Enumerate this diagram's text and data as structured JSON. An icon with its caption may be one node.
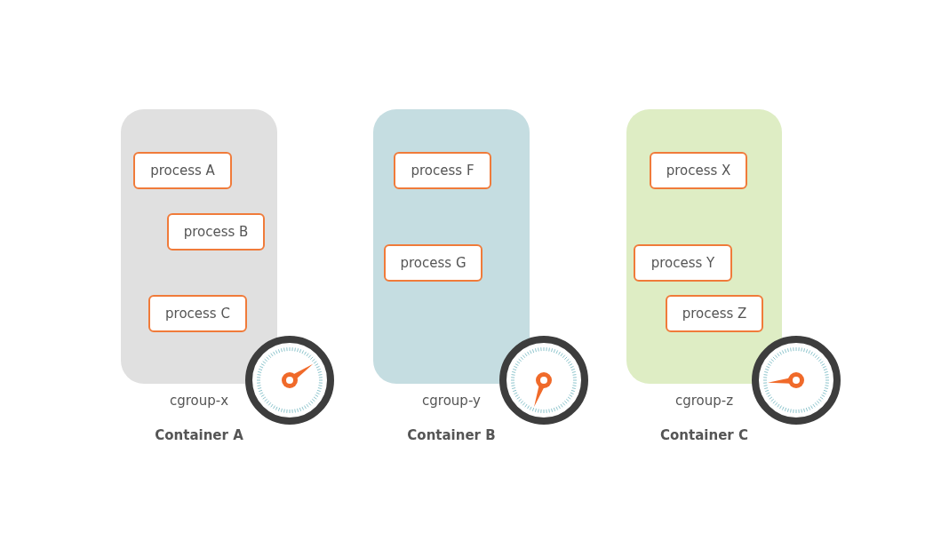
{
  "diagram": {
    "nodes": [
      {
        "text": [
          "cgroup-x",
          "Container A"
        ]
      },
      {
        "text": [
          "process A"
        ],
        "in": 0
      },
      {
        "text": [
          "process B"
        ],
        "in": 0
      },
      {
        "text": [
          "process C"
        ],
        "in": 0
      },
      {
        "text": [
          "cgroup-y",
          "Container B"
        ]
      },
      {
        "text": [
          "process F"
        ],
        "in": 4
      },
      {
        "text": [
          "process G"
        ],
        "in": 4
      },
      {
        "text": [
          "cgroup-z",
          "Container C"
        ]
      },
      {
        "text": [
          "process X"
        ],
        "in": 7
      },
      {
        "text": [
          "process Y"
        ],
        "in": 7
      },
      {
        "text": [
          "process Z"
        ],
        "in": 7
      }
    ]
  }
}
